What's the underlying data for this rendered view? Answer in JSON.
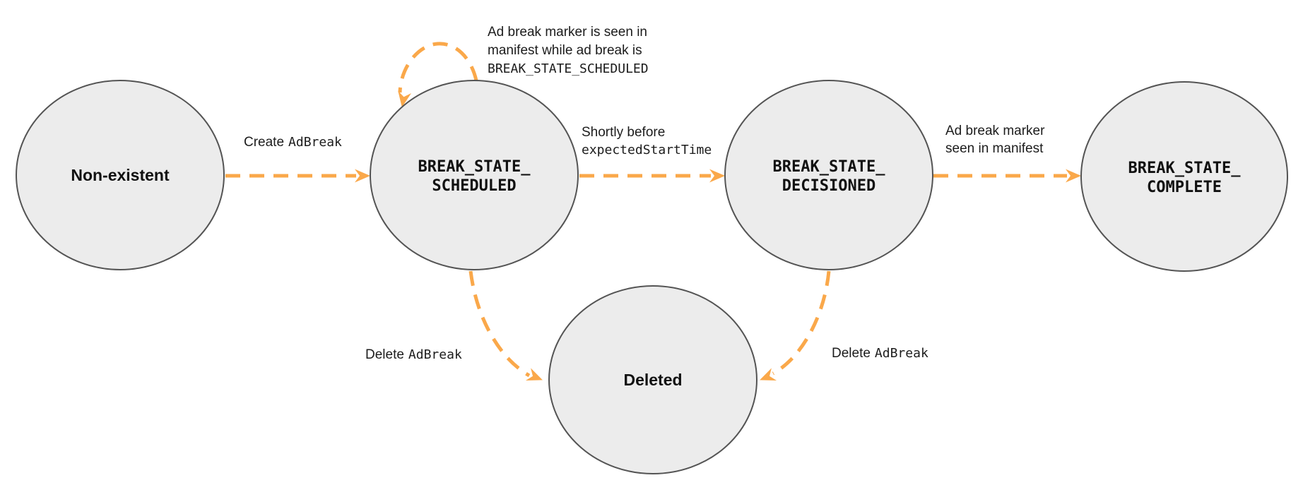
{
  "colors": {
    "node_fill": "#ececec",
    "node_stroke": "#545454",
    "edge": "#faa84a",
    "text": "#1c1c1c"
  },
  "nodes": {
    "non_existent": {
      "label": "Non-existent"
    },
    "scheduled": {
      "line1": "BREAK_STATE_",
      "line2": "SCHEDULED"
    },
    "decisioned": {
      "line1": "BREAK_STATE_",
      "line2": "DECISIONED"
    },
    "complete": {
      "line1": "BREAK_STATE_",
      "line2": "COMPLETE"
    },
    "deleted": {
      "label": "Deleted"
    }
  },
  "edges": {
    "create": {
      "text": "Create",
      "code": "AdBreak"
    },
    "self_loop": {
      "line1": "Ad break marker is seen in",
      "line2": "manifest while ad break is",
      "code": "BREAK_STATE_SCHEDULED"
    },
    "to_decisioned": {
      "text": "Shortly before",
      "code": "expectedStartTime"
    },
    "to_complete": {
      "line1": "Ad break marker",
      "line2": "seen in manifest"
    },
    "delete_from_scheduled": {
      "text": "Delete",
      "code": "AdBreak"
    },
    "delete_from_decisioned": {
      "text": "Delete",
      "code": "AdBreak"
    }
  }
}
